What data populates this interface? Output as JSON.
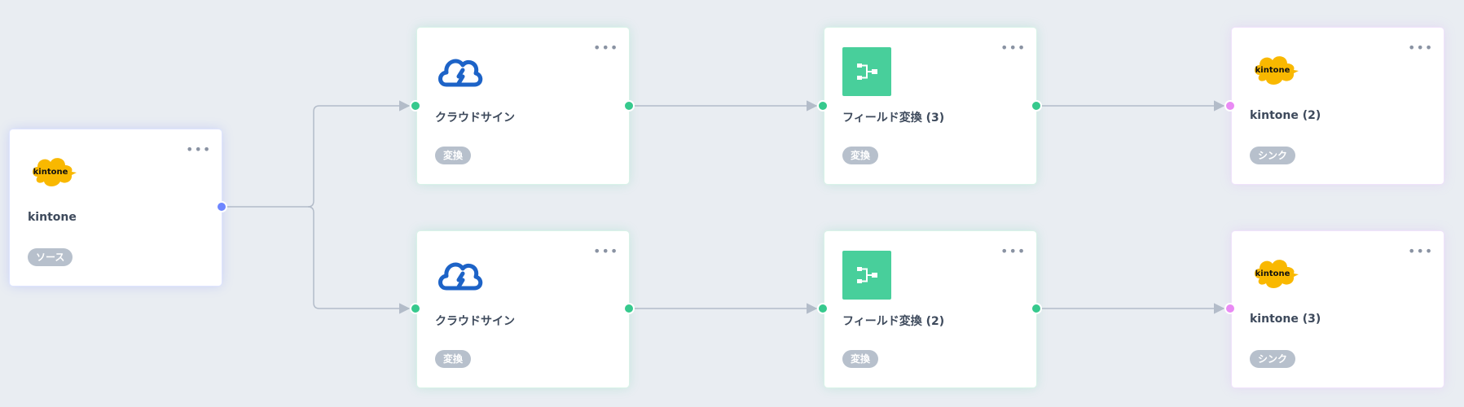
{
  "canvas": {
    "background": "#e9edf2",
    "edge_color": "#b3bcc9"
  },
  "nodes": {
    "source": {
      "title": "kintone",
      "badge": "ソース",
      "logo_text": "kintone",
      "icon": "kintone-logo-icon",
      "port_color": "#6e86ff"
    },
    "cloudsign_1": {
      "title": "クラウドサイン",
      "badge": "変換",
      "icon": "cloudsign-icon",
      "port_color": "#36c98d"
    },
    "field_transform_3": {
      "title": "フィールド変換 (3)",
      "badge": "変換",
      "icon": "field-transform-icon",
      "port_color": "#36c98d"
    },
    "kintone_2": {
      "title": "kintone (2)",
      "badge": "シンク",
      "logo_text": "kintone",
      "icon": "kintone-logo-icon",
      "port_color": "#e98af4"
    },
    "cloudsign_2": {
      "title": "クラウドサイン",
      "badge": "変換",
      "icon": "cloudsign-icon",
      "port_color": "#36c98d"
    },
    "field_transform_2": {
      "title": "フィールド変換 (2)",
      "badge": "変換",
      "icon": "field-transform-icon",
      "port_color": "#36c98d"
    },
    "kintone_3": {
      "title": "kintone (3)",
      "badge": "シンク",
      "logo_text": "kintone",
      "icon": "kintone-logo-icon",
      "port_color": "#e98af4"
    }
  },
  "menu_glyph": "•••",
  "accent_colors": {
    "kintone_yellow": "#f9b800",
    "cloudsign_blue": "#1d63c7",
    "transform_green": "#48cf9b",
    "badge_grey": "#b7c0cc"
  }
}
